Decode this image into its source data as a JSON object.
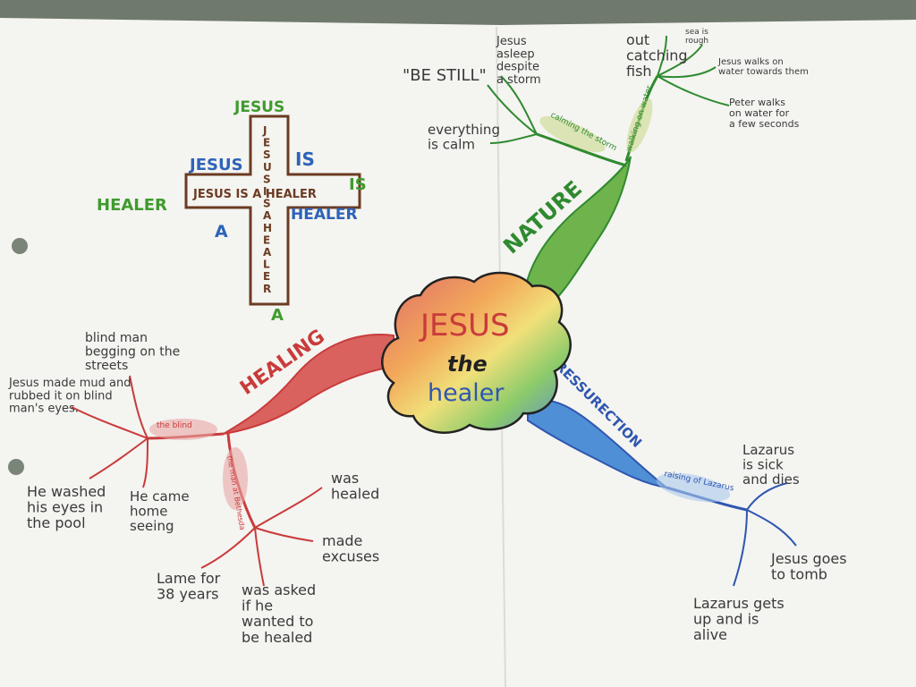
{
  "colors": {
    "paper": "#f4f4f1",
    "ink": "#3b3a3a",
    "red": "#c93b3b",
    "red_fill": "#d9625e",
    "green": "#2f8a2f",
    "green_fill": "#6fb34d",
    "blue": "#2f56b0",
    "blue_fill": "#4f8fd6",
    "brown": "#6b3b22",
    "cross_green": "#3f9b2d",
    "cross_blue": "#2d63b8"
  },
  "center": {
    "title": "JESUS",
    "line2": "the",
    "line3": "healer"
  },
  "cross": {
    "top": "JESUS",
    "left_word": "JESUS",
    "right_word": "IS",
    "far_left": "HEALER",
    "far_right": "IS",
    "horizontal": "JESUS IS A HEALER",
    "right_lower": "HEALER",
    "left_lower": "A",
    "bottom": "A",
    "vertical": [
      "J",
      "E",
      "S",
      "U",
      "S",
      "I",
      "S",
      "A",
      "H",
      "E",
      "A",
      "L",
      "E",
      "R"
    ]
  },
  "branches": {
    "nature": {
      "label": "NATURE",
      "subs": [
        "calming the storm",
        "walking on water"
      ],
      "leaves": [
        "\"BE STILL\"",
        "Jesus asleep despite a storm",
        "everything is calm",
        "out catching fish",
        "sea is rough",
        "Jesus walks on water towards them",
        "Peter walks on water for a few seconds"
      ]
    },
    "healing": {
      "label": "HEALING",
      "subs": [
        "the blind",
        "the man at Bethesda"
      ],
      "leaves": [
        "blind man begging on the streets",
        "Jesus made mud and rubbed it on blind man's eyes.",
        "He washed his eyes in the pool",
        "He came home seeing",
        "was healed",
        "made excuses",
        "Lame for 38 years",
        "was asked if he wanted to be healed"
      ]
    },
    "resurrection": {
      "label": "RESSURECTION",
      "subs": [
        "raising of Lazarus"
      ],
      "leaves": [
        "Lazarus is sick and dies",
        "Jesus goes to tomb",
        "Lazarus gets up and is alive"
      ]
    }
  }
}
